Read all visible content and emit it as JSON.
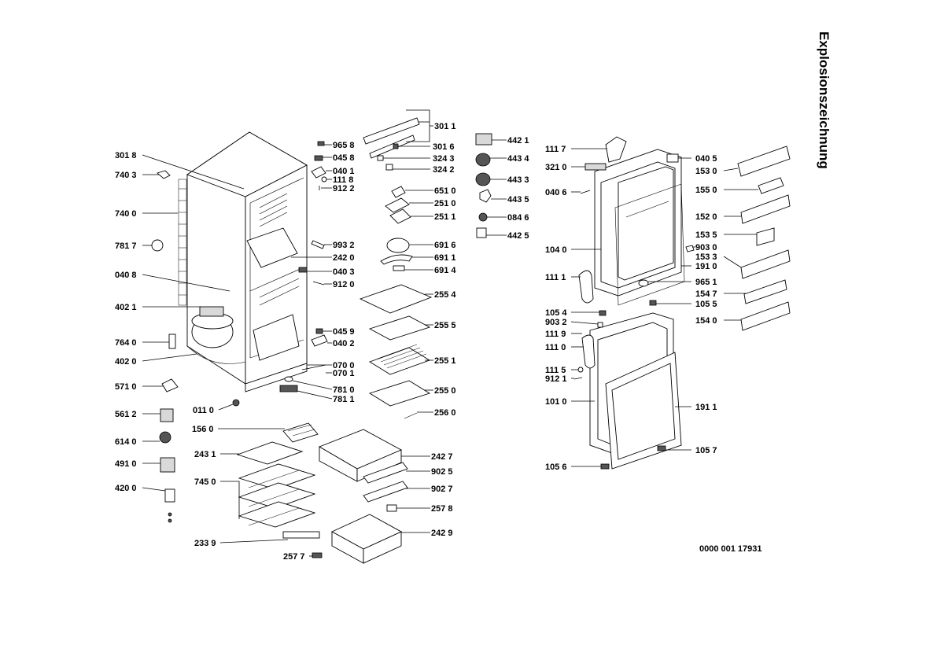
{
  "title": "Explosionszeichnung",
  "drawing_number": "0000 001 17931",
  "labels": {
    "l3011": "301 1",
    "l3016": "301 6",
    "l3243": "324 3",
    "l3242": "324 2",
    "l4421": "442 1",
    "l4434": "443 4",
    "l4433": "443 3",
    "l4435": "443 5",
    "l0846": "084 6",
    "l4425": "442 5",
    "l6510": "651 0",
    "l2510": "251 0",
    "l2511": "251 1",
    "l6916": "691 6",
    "l6911": "691 1",
    "l6914": "691 4",
    "l2554": "255 4",
    "l2555": "255 5",
    "l2551": "255 1",
    "l2550": "255 0",
    "l2560": "256 0",
    "l9658": "965 8",
    "l0458": "045 8",
    "l0401": "040 1",
    "l1118": "111 8",
    "l9122": "912 2",
    "l9932": "993 2",
    "l2420": "242 0",
    "l0403": "040 3",
    "l9120": "912 0",
    "l0459": "045 9",
    "l0402": "040 2",
    "l0700": "070 0",
    "l0701": "070 1",
    "l7810": "781 0",
    "l7811": "781 1",
    "l3018": "301 8",
    "l7403": "740 3",
    "l7400": "740 0",
    "l7817": "781 7",
    "l0408": "040 8",
    "l4021": "402 1",
    "l7640": "764 0",
    "l4020": "402 0",
    "l5710": "571 0",
    "l5612": "561 2",
    "l6140": "614 0",
    "l4910": "491 0",
    "l4200": "420 0",
    "l0110": "011 0",
    "l1560": "156 0",
    "l2431": "243 1",
    "l7450": "745 0",
    "l2339": "233 9",
    "l2577": "257 7",
    "l2427": "242 7",
    "l9025": "902 5",
    "l9027": "902 7",
    "l2578": "257 8",
    "l2429": "242 9",
    "l1117": "111 7",
    "l3210": "321 0",
    "l0406": "040 6",
    "l1040": "104 0",
    "l1111": "111 1",
    "l1054": "105 4",
    "l9032": "903 2",
    "l1119": "111 9",
    "l1110": "111 0",
    "l1115": "111 5",
    "l9121": "912 1",
    "l1010": "101 0",
    "l1056": "105 6",
    "l0405": "040 5",
    "l1530": "153 0",
    "l1550": "155 0",
    "l1520": "152 0",
    "l1535": "153 5",
    "l9030": "903 0",
    "l1533": "153 3",
    "l1910": "191 0",
    "l9651": "965 1",
    "l1547": "154 7",
    "l1055": "105 5",
    "l1540": "154 0",
    "l1911": "191 1",
    "l1057": "105 7"
  }
}
